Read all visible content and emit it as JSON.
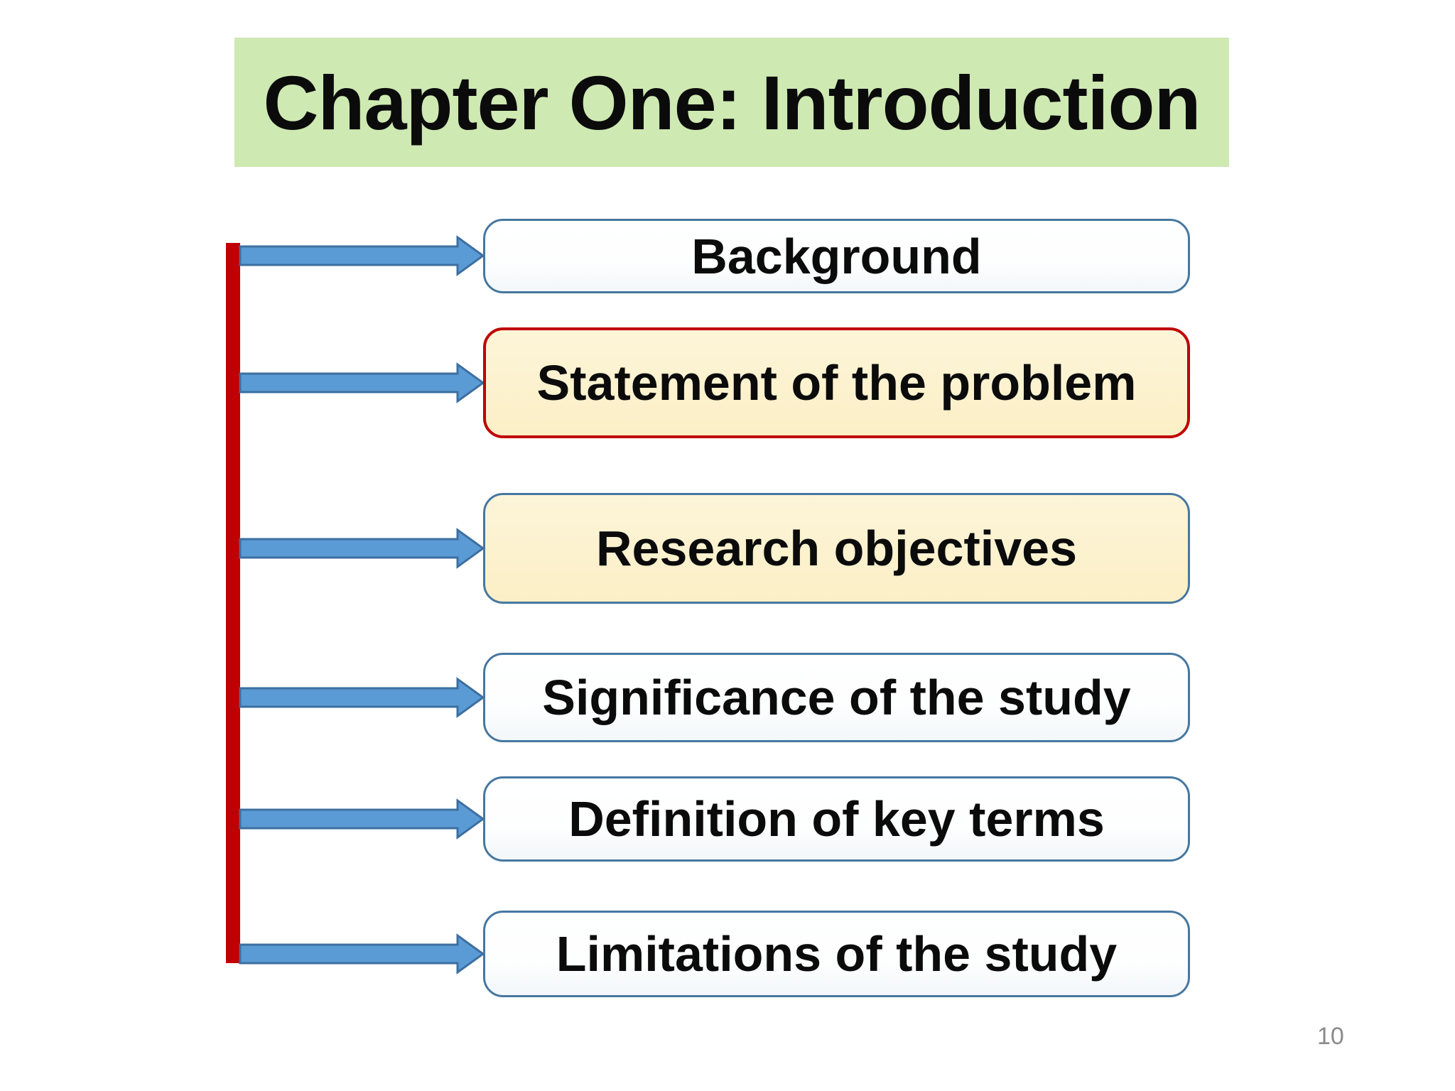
{
  "slide": {
    "title": "Chapter One: Introduction",
    "page_number": "10",
    "sections": [
      {
        "label": "Background",
        "fill": "white",
        "border": "blue"
      },
      {
        "label": "Statement of the problem",
        "fill": "cream",
        "border": "red"
      },
      {
        "label": "Research objectives",
        "fill": "cream",
        "border": "blue"
      },
      {
        "label": "Significance of the study",
        "fill": "white",
        "border": "blue"
      },
      {
        "label": "Definition of key terms",
        "fill": "white",
        "border": "blue"
      },
      {
        "label": "Limitations of the study",
        "fill": "white",
        "border": "blue"
      }
    ],
    "colors": {
      "banner_green": "#cee9b2",
      "accent_red": "#c00000",
      "arrow_blue": "#5b9bd5",
      "arrow_border_blue": "#3d6fa0",
      "box_border_blue": "#4677a0",
      "box_cream": "#fbefc6",
      "page_number_gray": "#8a8a8a"
    }
  }
}
